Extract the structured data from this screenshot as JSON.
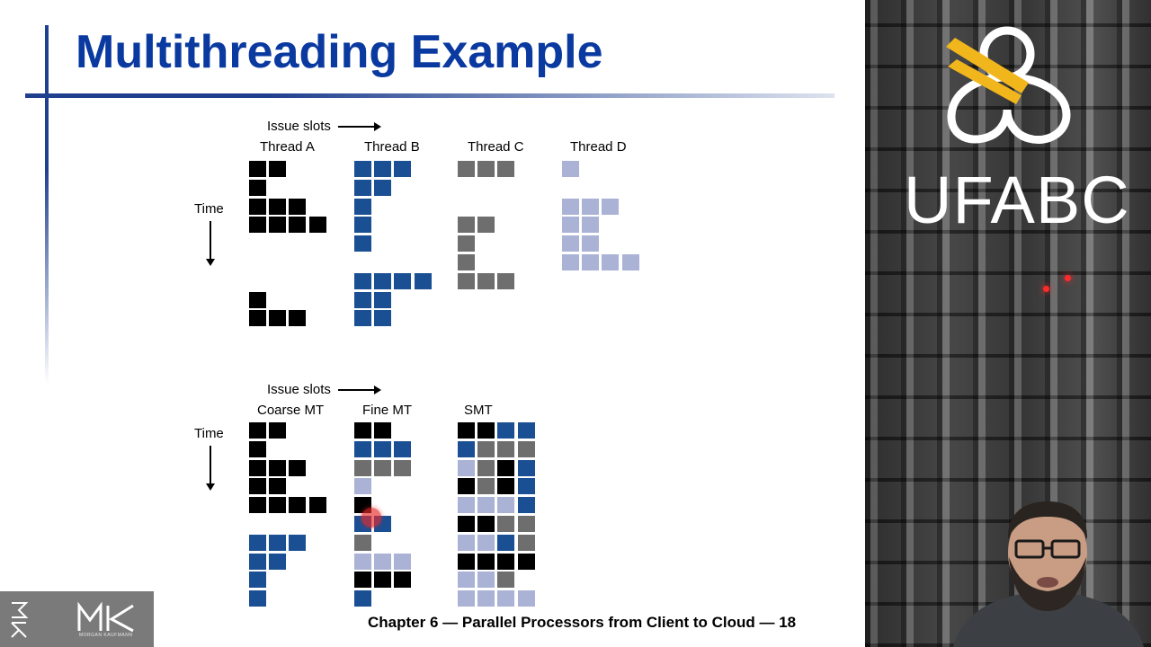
{
  "slide": {
    "title": "Multithreading Example",
    "footer": "Chapter 6 — Parallel Processors from Client to Cloud — 18"
  },
  "top_diagram": {
    "issue_label": "Issue slots",
    "time_label": "Time",
    "headers": [
      "Thread A",
      "Thread B",
      "Thread C",
      "Thread D"
    ]
  },
  "bottom_diagram": {
    "issue_label": "Issue slots",
    "time_label": "Time",
    "headers": [
      "Coarse MT",
      "Fine MT",
      "SMT"
    ]
  },
  "colors": {
    "A": "#000000",
    "B": "#1a4f94",
    "C": "#6e6e6e",
    "D": "#aab2d6",
    "title": "#0a3aa0",
    "rule": "#1f3f8f"
  },
  "grids": {
    "threadA": [
      "AA..",
      "A...",
      "AAA.",
      "AAAA",
      "....",
      "....",
      "....",
      "A...",
      "AAA."
    ],
    "threadB": [
      "BBB.",
      "BB..",
      "B...",
      "B...",
      "B...",
      "....",
      "BBBB",
      "BB..",
      "BB.."
    ],
    "threadC": [
      "CCC.",
      "....",
      "....",
      "CC..",
      "C...",
      "C...",
      "CCC."
    ],
    "threadD": [
      "D...",
      "....",
      "DDD.",
      "DD..",
      "DD..",
      "DDDD"
    ],
    "coarse": [
      "AA..",
      "A...",
      "AAA.",
      "AA..",
      "AAAA",
      "....",
      "BBB.",
      "BB..",
      "B...",
      "B..."
    ],
    "fine": [
      "AA..",
      "BBB.",
      "CCC.",
      "D...",
      "A...",
      "BB..",
      "C...",
      "DDD.",
      "AAA.",
      "B..."
    ],
    "smt": [
      "AABB",
      "BCCC",
      "DCAB",
      "ACAB",
      "DDDB",
      "AACC",
      "DDBC",
      "AAAA",
      "DDC.",
      "DDDD"
    ]
  },
  "logos": {
    "publisher_letters": "MK",
    "publisher_name": "MORGAN KAUFMANN",
    "university": "UFABC"
  }
}
